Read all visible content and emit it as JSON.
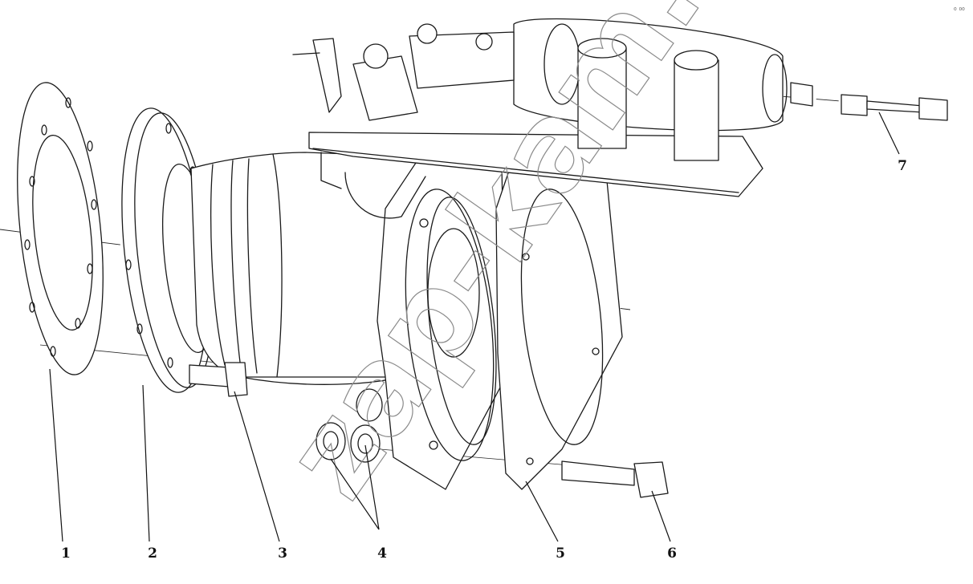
{
  "callouts": [
    {
      "id": "1",
      "label": "1"
    },
    {
      "id": "2",
      "label": "2"
    },
    {
      "id": "3",
      "label": "3"
    },
    {
      "id": "4",
      "label": "4"
    },
    {
      "id": "5",
      "label": "5"
    },
    {
      "id": "6",
      "label": "6"
    },
    {
      "id": "7",
      "label": "7"
    }
  ],
  "watermark": "zap-kam.ru",
  "corner_mark": "⁰ ⁰⁰"
}
